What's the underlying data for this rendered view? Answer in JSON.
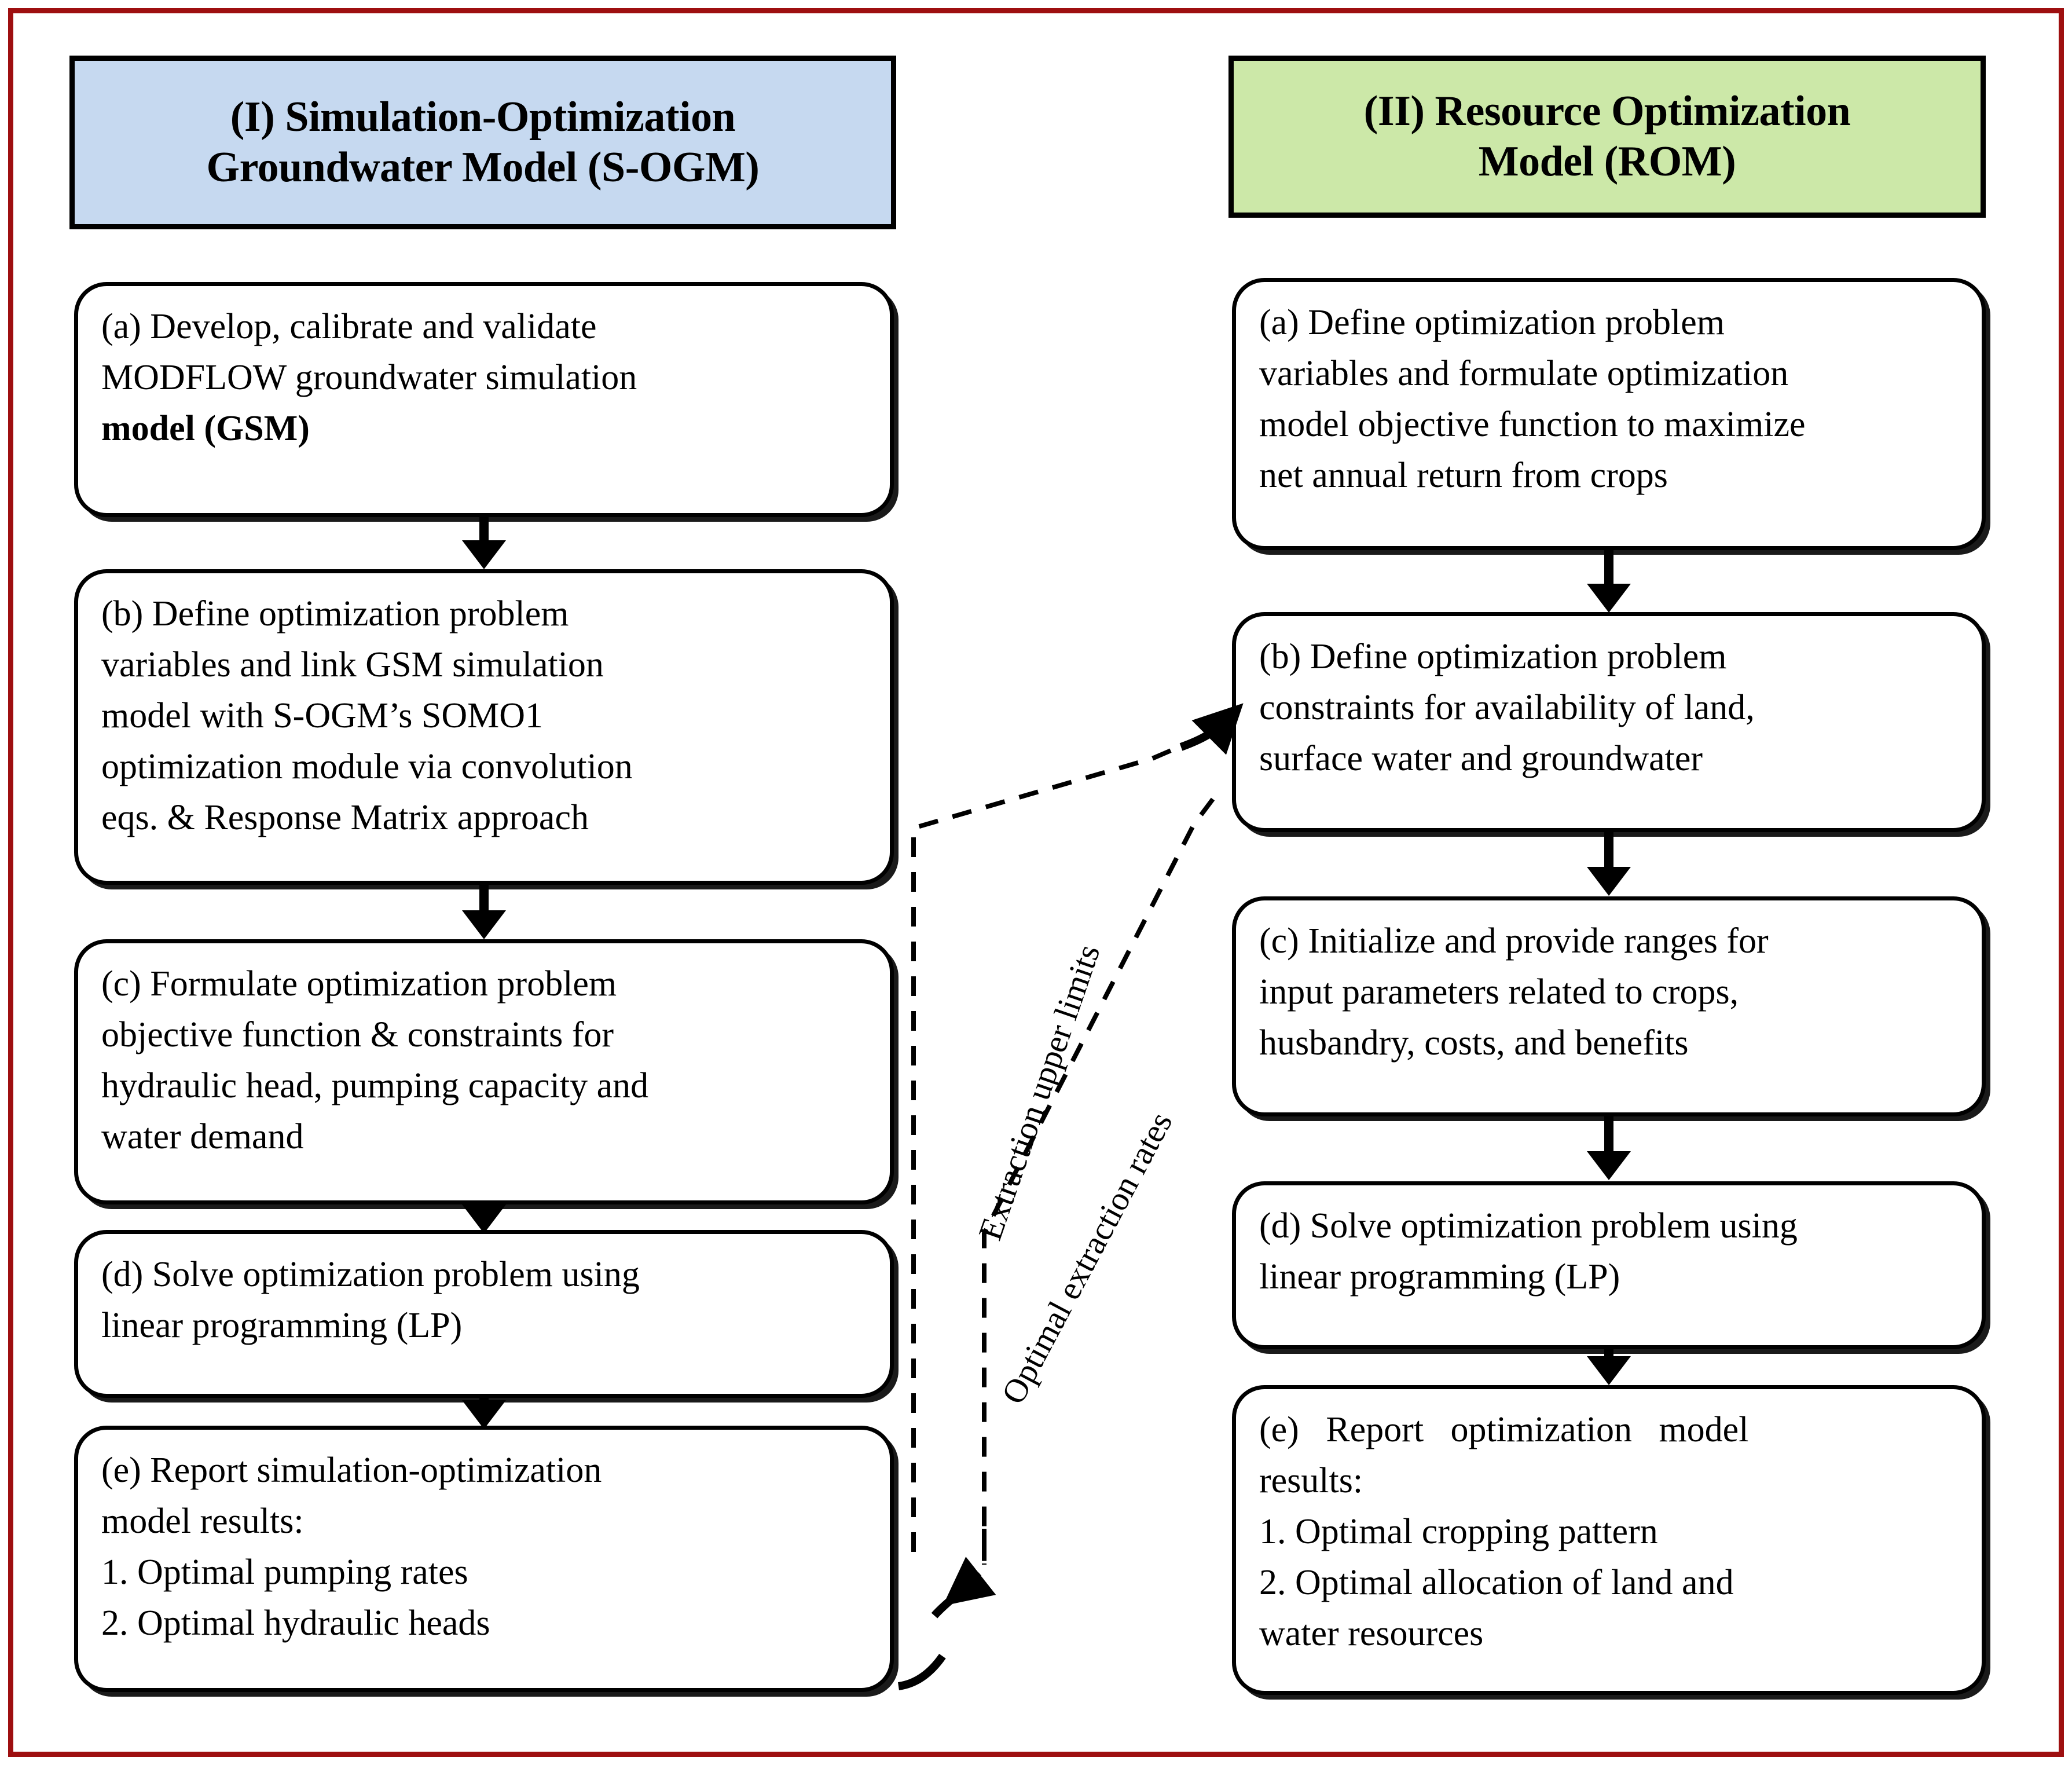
{
  "figure": {
    "frame_color": "#9e0f10",
    "background": "#ffffff"
  },
  "columns": [
    {
      "id": "s-ogm",
      "header": {
        "title_line1": "(I) Simulation-Optimization",
        "title_line2": "Groundwater Model (S-OGM)",
        "fill_color": "#c6d9f0"
      },
      "steps": [
        {
          "key": "a",
          "lines": [
            "(a) Develop,  calibrate  and validate",
            "MODFLOW  groundwater  simulation",
            "model  (GSM)"
          ],
          "bold_lines": [
            2
          ]
        },
        {
          "key": "b",
          "lines": [
            "(b) Define  optimization  problem",
            "variables  and link  GSM  simulation",
            "model  with  S-OGM’s  SOMO1",
            "optimization  module  via  convolution",
            "eqs. & Response  Matrix  approach"
          ]
        },
        {
          "key": "c",
          "lines": [
            "(c)  Formulate   optimization   problem",
            "objective  function  &  constraints  for",
            "hydraulic  head, pumping  capacity  and",
            "water  demand"
          ]
        },
        {
          "key": "d",
          "lines": [
            "(d)  Solve  optimization  problem  using",
            "linear  programming  (LP)"
          ]
        },
        {
          "key": "e",
          "lines": [
            "(e) Report simulation-optimization",
            "model  results:",
            "1. Optimal  pumping  rates",
            "2. Optimal  hydraulic  heads"
          ]
        }
      ]
    },
    {
      "id": "rom",
      "header": {
        "title_line1": "(II) Resource Optimization",
        "title_line2": "Model (ROM)",
        "fill_color": "#cce8a8"
      },
      "steps": [
        {
          "key": "a",
          "lines": [
            "(a) Define  optimization  problem",
            "variables  and formulate  optimization",
            "model objective  function  to maximize",
            "net annual  return  from  crops"
          ]
        },
        {
          "key": "b",
          "lines": [
            "(b) Define  optimization  problem",
            "constraints  for availability  of land,",
            "surface  water and groundwater"
          ]
        },
        {
          "key": "c",
          "lines": [
            "(c)  Initialize  and  provide  ranges  for",
            "input  parameters  related  to  crops,",
            "husbandry,  costs, and benefits"
          ]
        },
        {
          "key": "d",
          "lines": [
            "(d) Solve optimization problem using",
            "linear  programming  (LP)"
          ]
        },
        {
          "key": "e",
          "lines": [
            "(e)   Report   optimization   model",
            "results:",
            "1. Optimal  cropping  pattern",
            "2. Optimal  allocation  of land and",
            "water resources"
          ]
        }
      ]
    }
  ],
  "connectors": {
    "upward_label": "Extraction  upper limits",
    "downward_label": "Optimal  extraction  rates"
  }
}
